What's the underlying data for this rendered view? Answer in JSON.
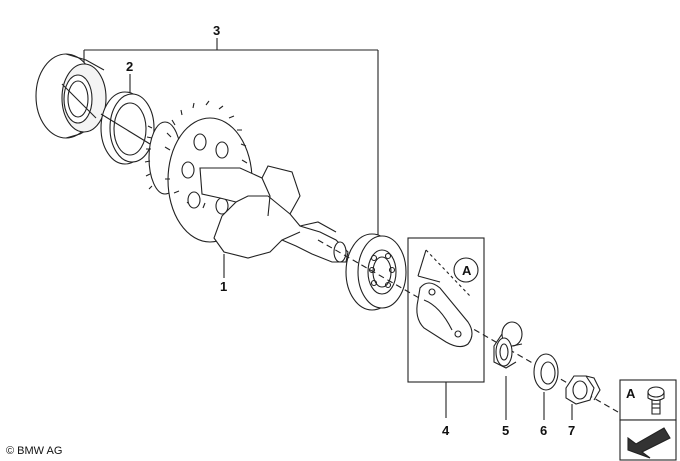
{
  "diagram": {
    "callouts": {
      "c1": "1",
      "c2": "2",
      "c3": "3",
      "c4": "4",
      "c5": "5",
      "c6": "6",
      "c7": "7"
    },
    "detail_label": "A",
    "legend_label": "A",
    "copyright": "© BMW AG"
  },
  "colors": {
    "line": "#222222",
    "fill": "#ffffff",
    "shade": "#dddddd"
  }
}
